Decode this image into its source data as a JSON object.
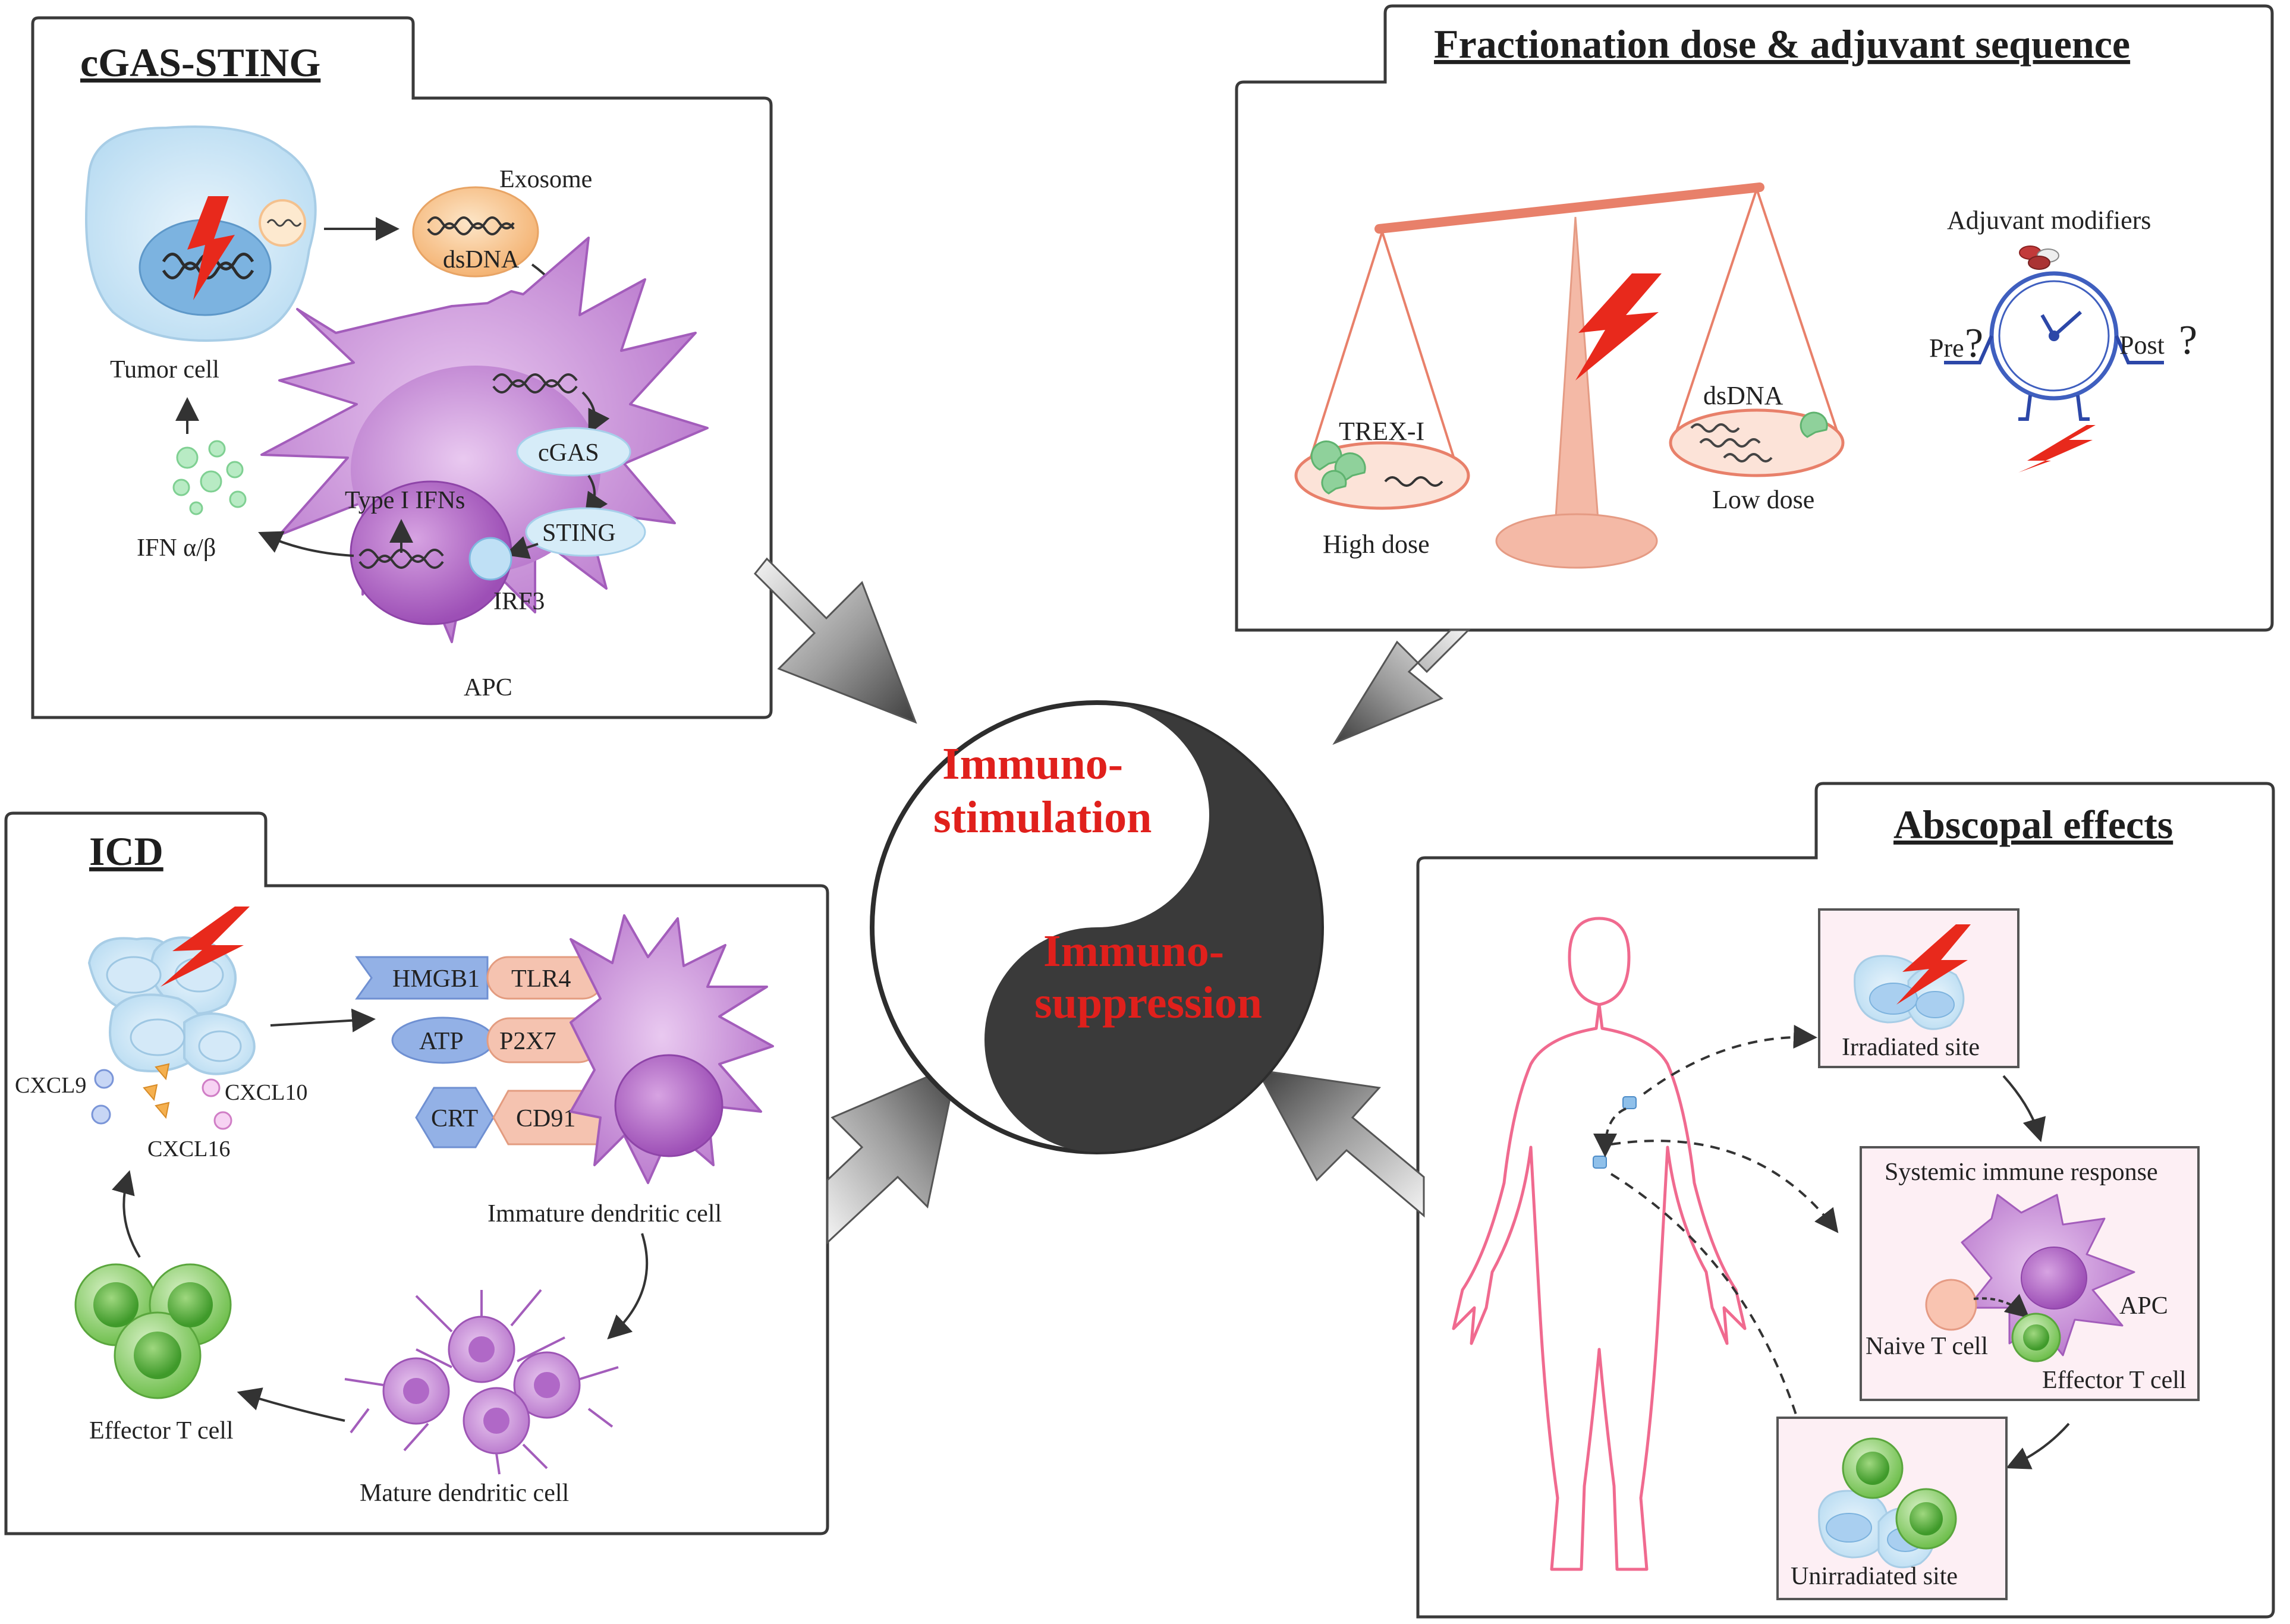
{
  "panels": {
    "cgas": {
      "title": "cGAS-STING",
      "labels": {
        "exosome": "Exosome",
        "dsdna": "dsDNA",
        "tumor_cell": "Tumor cell",
        "cgas": "cGAS",
        "sting": "STING",
        "type1_ifns": "Type I IFNs",
        "irf3": "IRF3",
        "ifn": "IFN α/β",
        "apc": "APC"
      }
    },
    "fractionation": {
      "title": "Fractionation dose & adjuvant sequence",
      "labels": {
        "adjuvant_modifiers": "Adjuvant modifiers",
        "trex": "TREX-I",
        "dsdna": "dsDNA",
        "high_dose": "High dose",
        "low_dose": "Low dose",
        "pre": "Pre",
        "post": "Post",
        "question": "?"
      }
    },
    "icd": {
      "title": "ICD",
      "labels": {
        "hmgb1": "HMGB1",
        "tlr4": "TLR4",
        "atp": "ATP",
        "p2x7": "P2X7",
        "crt": "CRT",
        "cd91": "CD91",
        "cxcl9": "CXCL9",
        "cxcl10": "CXCL10",
        "cxcl16": "CXCL16",
        "immature_dc": "Immature dendritic cell",
        "mature_dc": "Mature dendritic cell",
        "effector_t": "Effector T cell"
      }
    },
    "abscopal": {
      "title": "Abscopal effects",
      "labels": {
        "irradiated": "Irradiated site",
        "systemic": "Systemic immune response",
        "apc": "APC",
        "naive_t": "Naive T cell",
        "effector_t": "Effector T cell",
        "unirradiated": "Unirradiated site"
      }
    }
  },
  "center": {
    "stim_line1": "Immuno-",
    "stim_line2": "stimulation",
    "supp_line1": "Immuno-",
    "supp_line2": "suppression"
  },
  "colors": {
    "panel_border": "#3a3a3a",
    "stim_red": "#e0201c",
    "yang_dark": "#3a3a3a",
    "cell_purple": "#c98ad6",
    "tumor_blue": "#cfe6f6",
    "t_cell_green": "#7dcb5c",
    "salmon": "#f2b29a",
    "lightning": "#e8291c"
  }
}
